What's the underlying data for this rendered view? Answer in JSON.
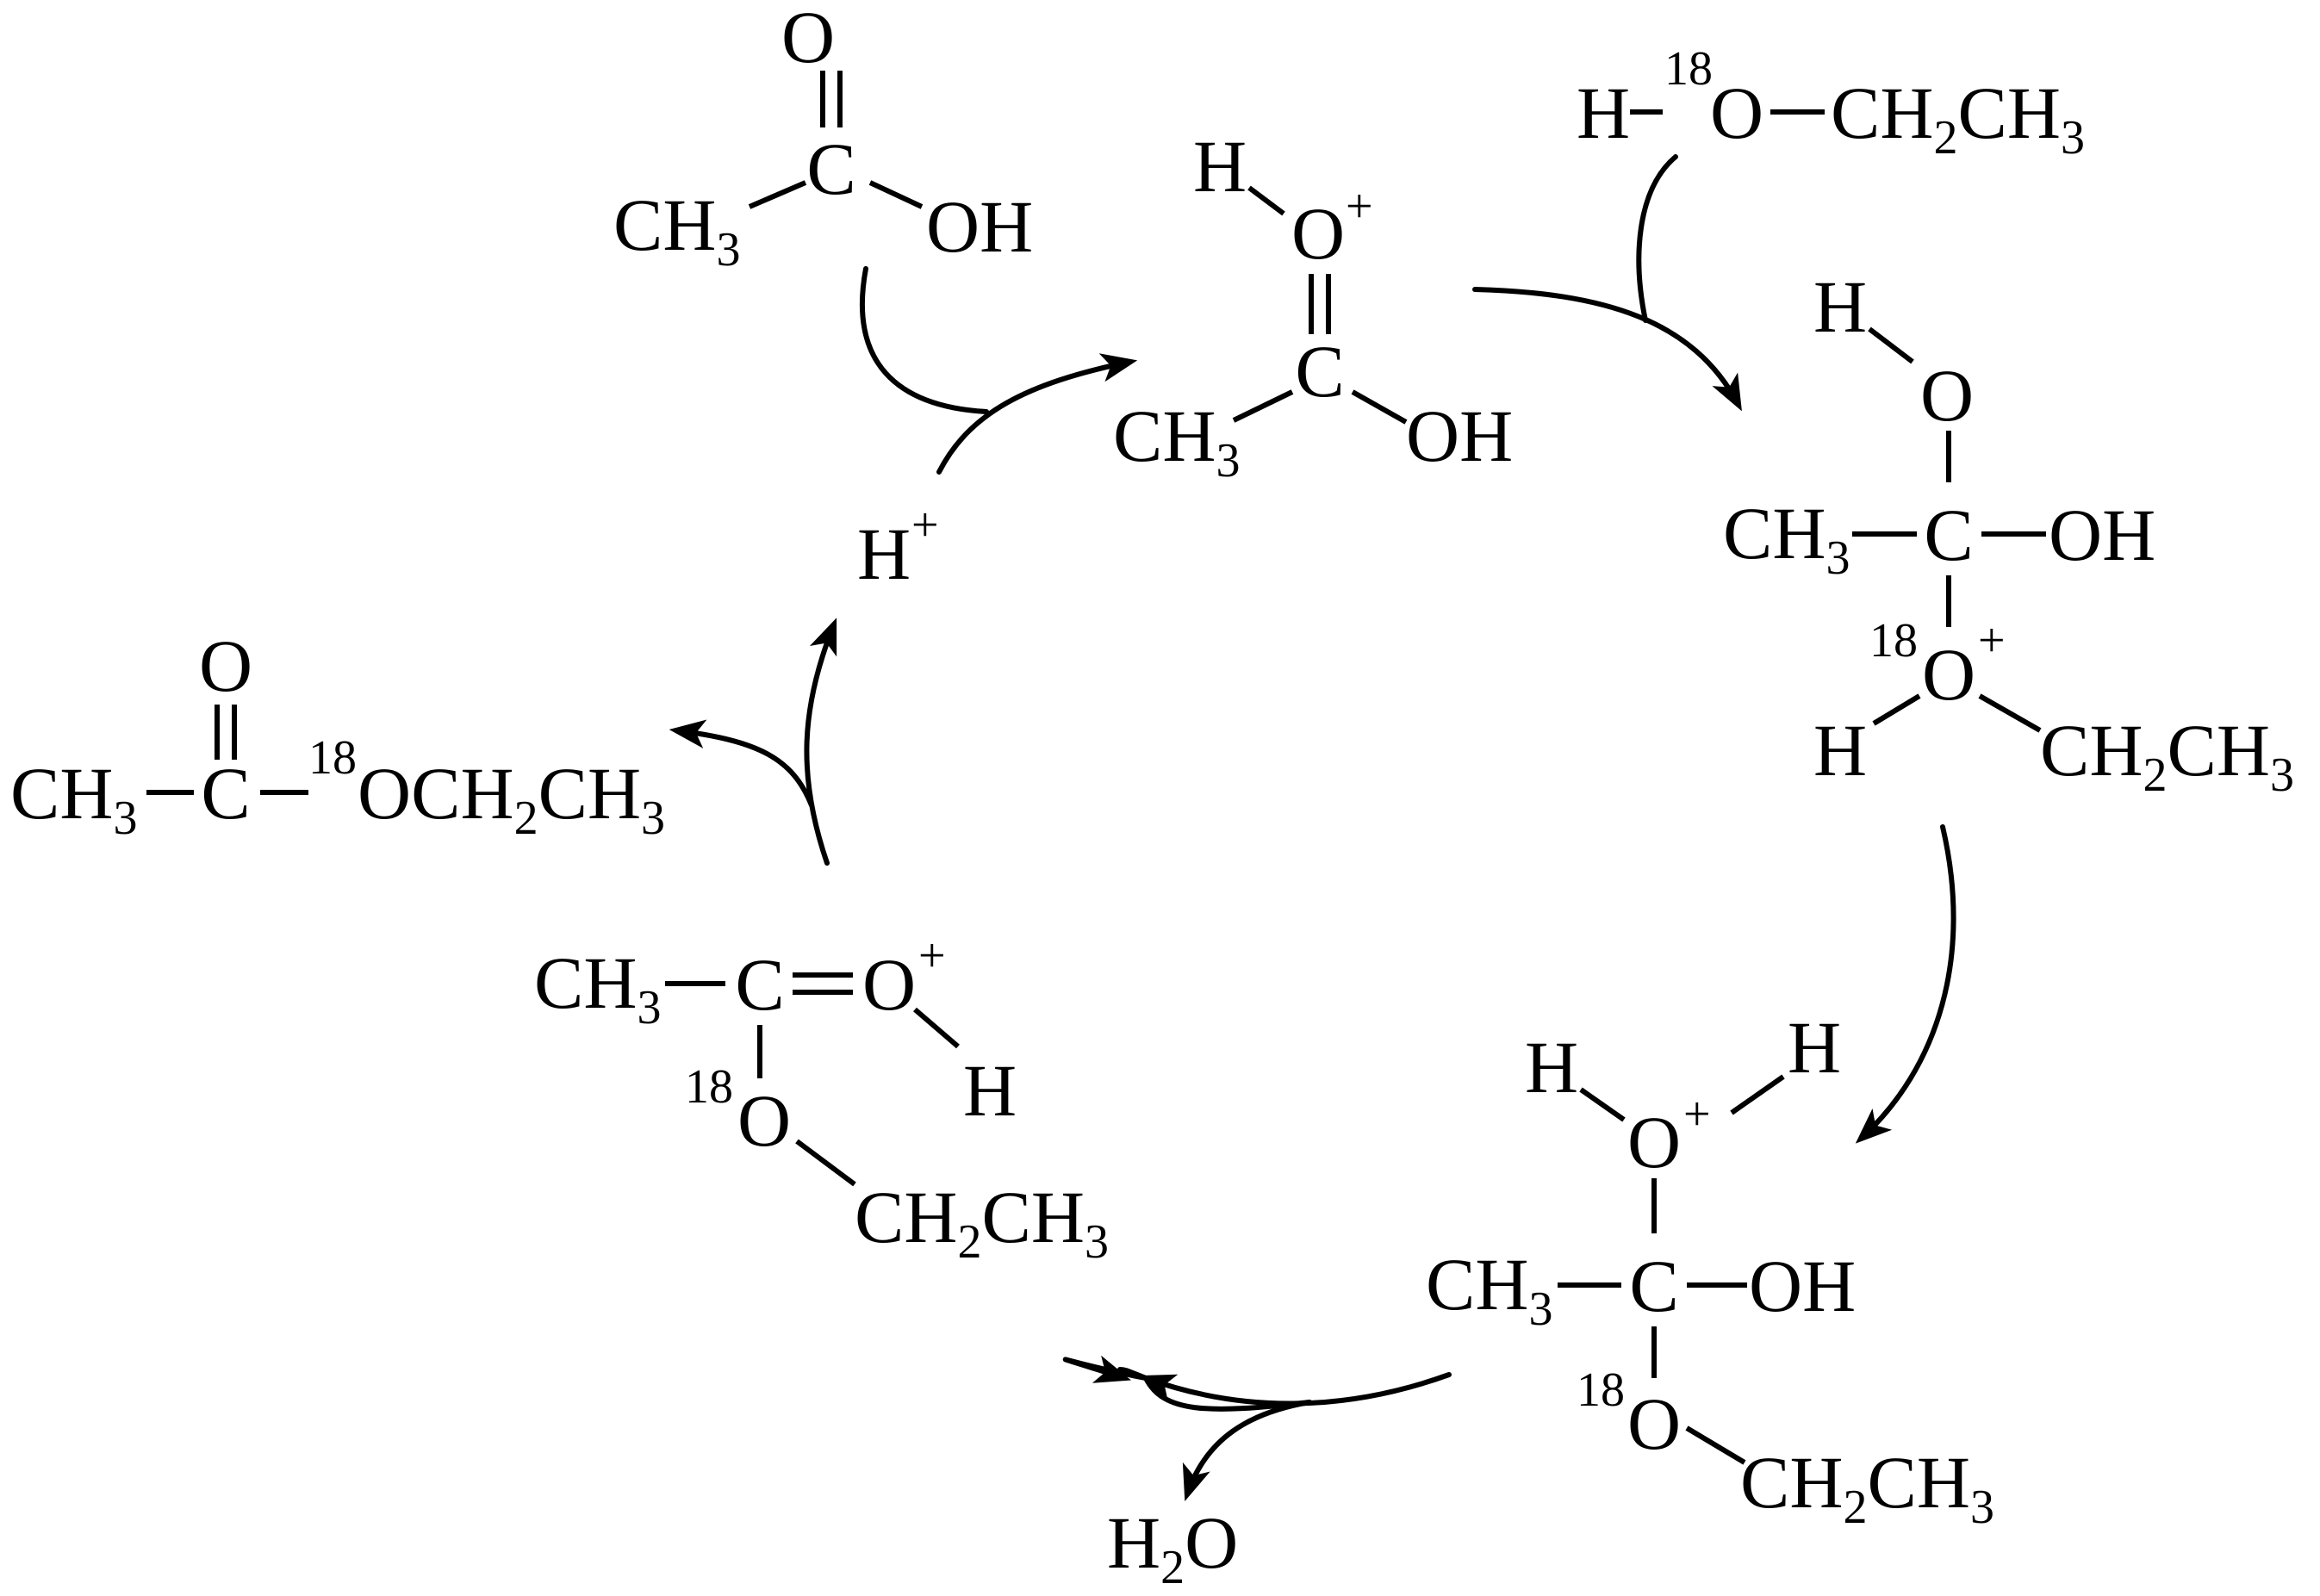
{
  "diagram": {
    "species": {
      "acetic_acid": {
        "o": "O",
        "c": "C",
        "ch": "CH",
        "ch_sub": "3",
        "oh": "OH"
      },
      "protonated_acid": {
        "h": "H",
        "o": "O",
        "plus": "+",
        "c": "C",
        "ch": "CH",
        "ch_sub": "3",
        "oh": "OH"
      },
      "ethanol": {
        "h": "H",
        "iso": "18",
        "o": "O",
        "ch2": "CH",
        "sub2": "2",
        "ch3": "CH",
        "sub3": "3"
      },
      "intermediate_1": {
        "h_top": "H",
        "o_top": "O",
        "ch": "CH",
        "ch_sub": "3",
        "c": "C",
        "oh": "OH",
        "iso": "18",
        "o_pos": "O",
        "plus": "+",
        "h_low": "H",
        "ch2": "CH",
        "sub2": "2",
        "ch3": "CH",
        "sub3": "3"
      },
      "intermediate_2": {
        "h_left": "H",
        "h_right": "H",
        "o_pos": "O",
        "plus": "+",
        "ch": "CH",
        "ch_sub": "3",
        "c": "C",
        "oh": "OH",
        "iso": "18",
        "o_low": "O",
        "ch2": "CH",
        "sub2": "2",
        "ch3": "CH",
        "sub3": "3"
      },
      "water": {
        "h": "H",
        "sub": "2",
        "o": "O"
      },
      "protonated_ester": {
        "ch": "CH",
        "ch_sub": "3",
        "c": "C",
        "o_pos": "O",
        "plus": "+",
        "h": "H",
        "iso": "18",
        "o_low": "O",
        "ch2": "CH",
        "sub2": "2",
        "ch3": "CH",
        "sub3": "3"
      },
      "ester": {
        "o": "O",
        "ch": "CH",
        "ch_sub": "3",
        "c": "C",
        "iso": "18",
        "och": "OCH",
        "sub2": "2",
        "ch3": "CH",
        "sub3": "3"
      },
      "proton": {
        "h": "H",
        "plus": "+"
      }
    }
  }
}
